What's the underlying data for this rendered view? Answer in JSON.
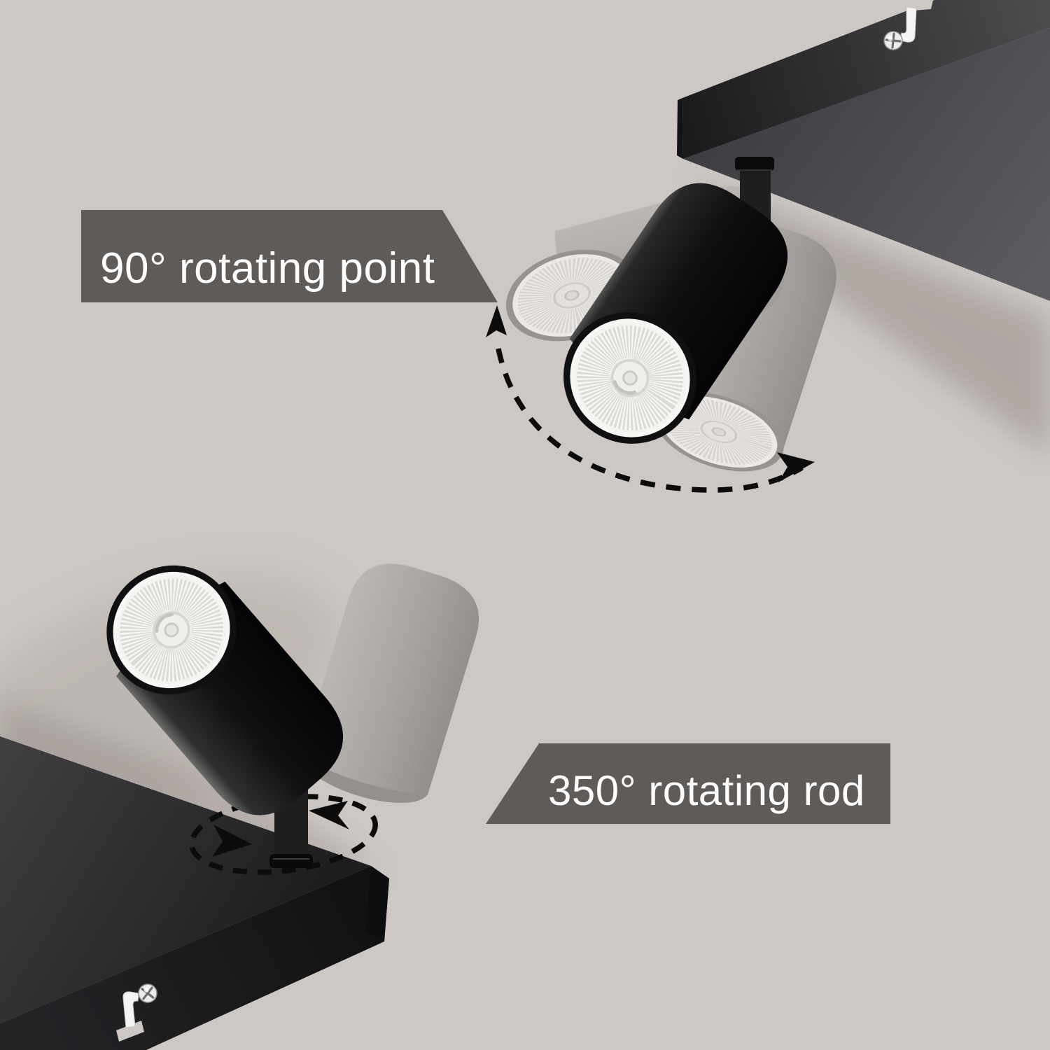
{
  "callouts": [
    {
      "id": "rotating-point",
      "label": "90° rotating point"
    },
    {
      "id": "rotating-rod",
      "label": "350° rotating rod"
    }
  ],
  "colors": {
    "background": "#cec8c4",
    "callout_bg": "#5f5b59",
    "callout_text": "#ffffff",
    "fixture_black": "#0d0d0f",
    "plate_gray": "#4f4f54",
    "ghost_gray": "#a5a19e",
    "lens_white": "#f8f7f5",
    "arrow_black": "#0c0c0c",
    "screw_silver": "#eceded",
    "hook_white": "#f4f4f2"
  }
}
